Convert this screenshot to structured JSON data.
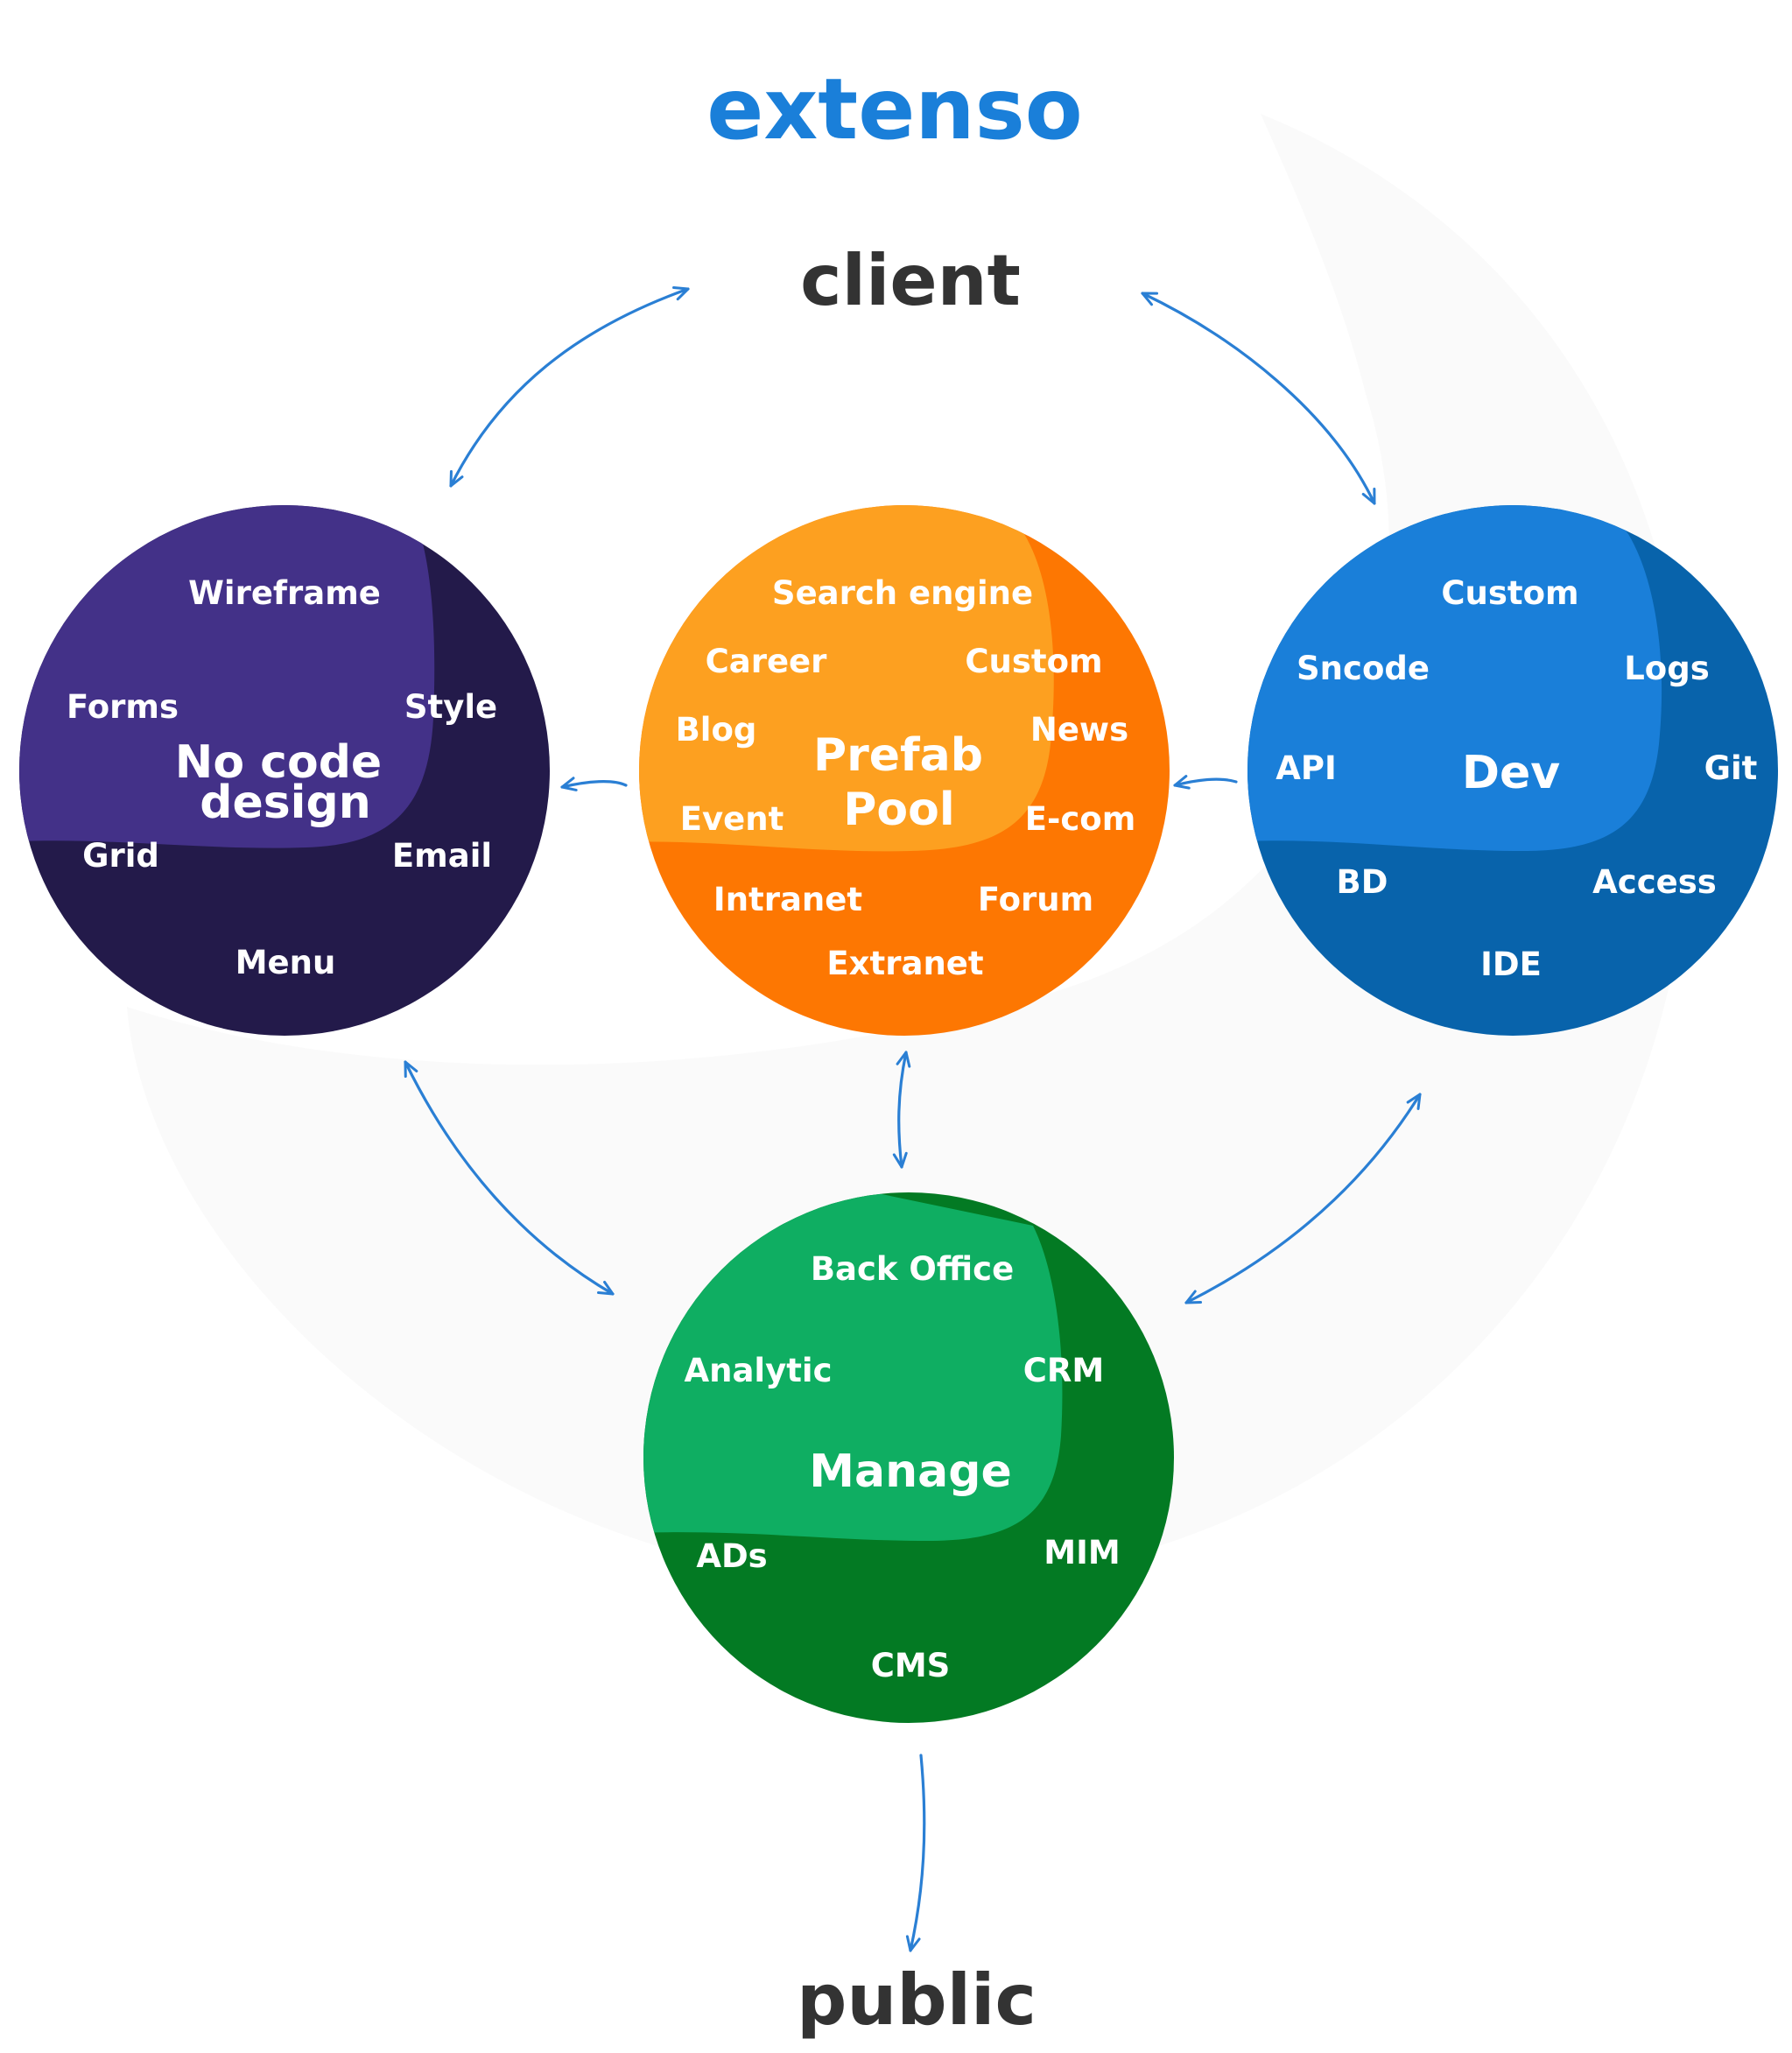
{
  "logo": {
    "text": "extenso",
    "color": "#1a7fd9"
  },
  "nodes": {
    "client": "client",
    "public": "public"
  },
  "circles": {
    "nocode": {
      "title_line1": "No code",
      "title_line2": "design",
      "labels": [
        "Wireframe",
        "Forms",
        "Style",
        "Grid",
        "Email",
        "Menu"
      ],
      "colors": {
        "light": "#433188",
        "dark": "#231a4a"
      }
    },
    "prefab": {
      "title_line1": "Prefab",
      "title_line2": "Pool",
      "labels": [
        "Search engine",
        "Career",
        "Custom",
        "Blog",
        "News",
        "Event",
        "E-com",
        "Intranet",
        "Forum",
        "Extranet"
      ],
      "colors": {
        "light": "#fda020",
        "dark": "#fd7702"
      }
    },
    "dev": {
      "title": "Dev",
      "labels": [
        "Custom",
        "Sncode",
        "Logs",
        "API",
        "Git",
        "BD",
        "Access",
        "IDE"
      ],
      "colors": {
        "light": "#1a7fd9",
        "dark": "#0863ab"
      }
    },
    "manage": {
      "title": "Manage",
      "labels": [
        "Back Office",
        "Analytic",
        "CRM",
        "ADs",
        "MIM",
        "CMS"
      ],
      "colors": {
        "light": "#0fae62",
        "dark": "#037a23"
      }
    }
  },
  "arrow_color": "#2a7fd4",
  "background_color": "#fafafa"
}
